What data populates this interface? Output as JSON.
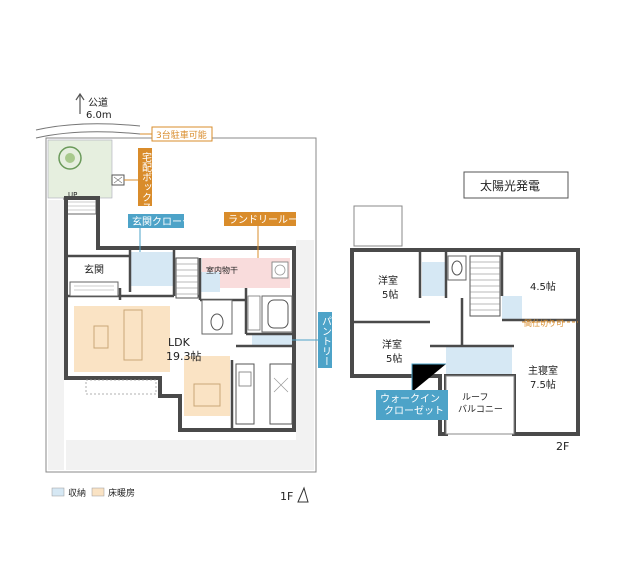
{
  "road": {
    "label": "公道",
    "width": "6.0m"
  },
  "callouts": {
    "parking": "3台駐車可能",
    "delivery_box": "宅配ボックス",
    "entrance_cloak": "玄関クローク",
    "laundry_room": "ランドリールーム",
    "pantry": "パントリー",
    "walk_in_closet": "ウォークイン\nクローゼット",
    "solar": "太陽光発電"
  },
  "floor1": {
    "up_label": "UP",
    "genkan": "玄関",
    "indoor_drying": "室内物干",
    "ldk": "LDK",
    "ldk_size": "19.3帖",
    "floor_label": "1F"
  },
  "floor2": {
    "room_nw": "洋室",
    "room_nw_size": "5帖",
    "room_ne_size": "4.5帖",
    "room_w": "洋室",
    "room_w_size": "5帖",
    "master": "主寝室",
    "master_size": "7.5帖",
    "partition_note": "間仕切り可",
    "roof_balcony": "ルーフ\nバルコニー",
    "floor_label": "2F"
  },
  "legend": {
    "storage": "収納",
    "floor_heating": "床暖房"
  },
  "colors": {
    "storage": "#d6e8f4",
    "floor_heating": "#fae3c4",
    "laundry": "#f9dcdc",
    "garden": "#e6efdf",
    "callout_orange": "#d98c2b",
    "callout_blue": "#4da3c8",
    "wall": "#4a4a4a"
  }
}
